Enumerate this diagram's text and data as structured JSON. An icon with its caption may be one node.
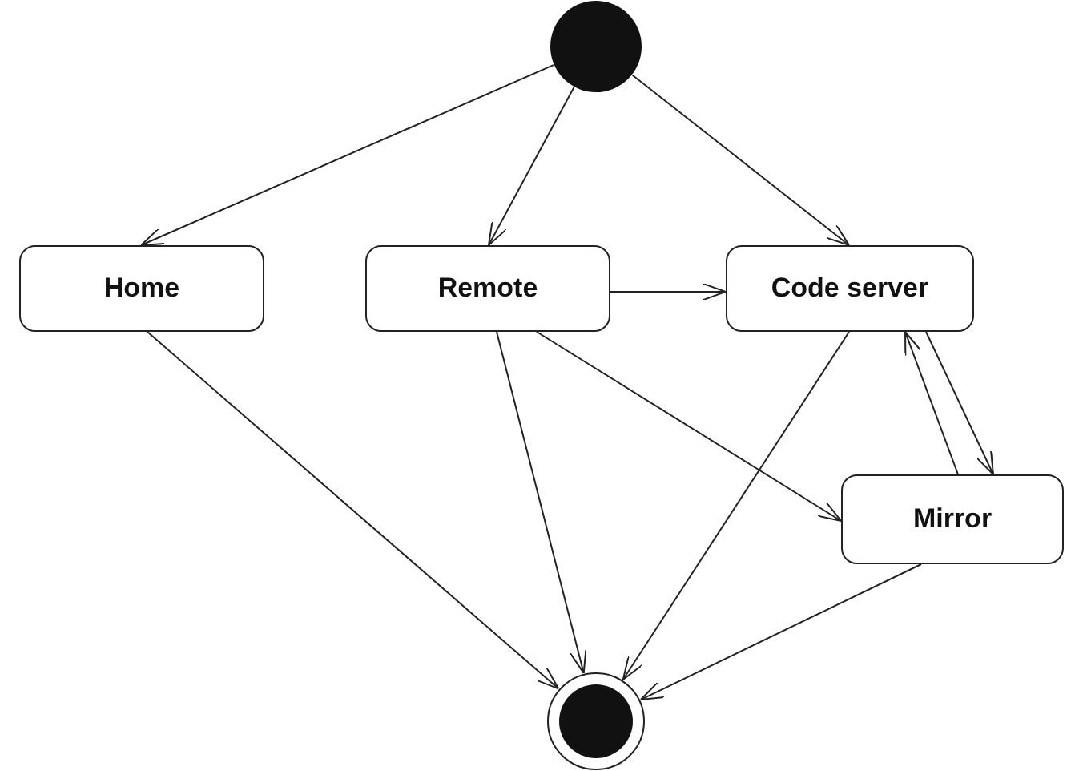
{
  "diagram": {
    "nodes": [
      {
        "text": [],
        "shape": "circle"
      },
      {
        "text": [
          "Home"
        ]
      },
      {
        "text": [
          "Remote"
        ]
      },
      {
        "text": [
          "Code server"
        ]
      },
      {
        "text": [
          "Mirror"
        ]
      },
      {
        "text": [],
        "shape": "circle"
      }
    ],
    "edges": [
      {
        "from": 0,
        "to": 1,
        "arrow": "to"
      },
      {
        "from": 0,
        "to": 2,
        "arrow": "to"
      },
      {
        "from": 0,
        "to": 3,
        "arrow": "to"
      },
      {
        "from": 2,
        "to": 3,
        "arrow": "to"
      },
      {
        "from": 1,
        "to": 5,
        "arrow": "to"
      },
      {
        "from": 2,
        "to": 5,
        "arrow": "to"
      },
      {
        "from": 2,
        "to": 4,
        "arrow": "to"
      },
      {
        "from": 3,
        "to": 5,
        "arrow": "to"
      },
      {
        "from": 3,
        "to": 4,
        "arrow": "to"
      },
      {
        "from": 4,
        "to": 3,
        "arrow": "to"
      },
      {
        "from": 4,
        "to": 5,
        "arrow": "to"
      }
    ]
  }
}
